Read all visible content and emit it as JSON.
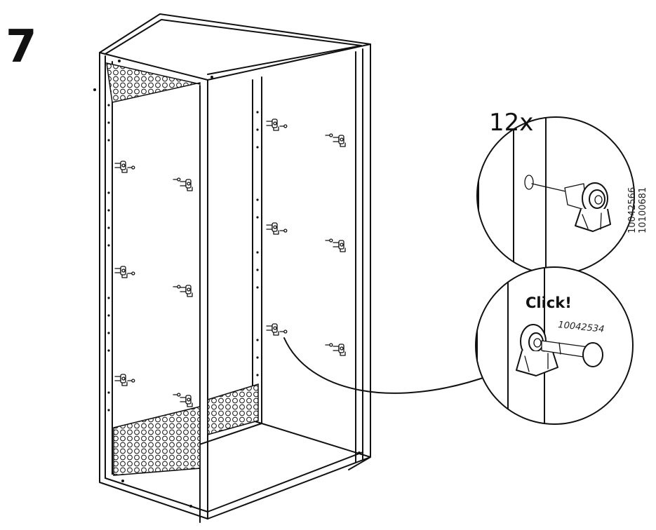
{
  "step": {
    "number": "7"
  },
  "detail_top": {
    "quantity": "12x",
    "part_numbers": [
      "10042566",
      "10100681"
    ]
  },
  "detail_bottom": {
    "action": "Click!",
    "part_number": "10042534"
  },
  "icons": [
    "shelf-support-peg",
    "wall-pin",
    "cabinet-frame",
    "perforated-panel"
  ],
  "colors": {
    "line": "#111111",
    "background": "#ffffff",
    "panel_fill": "#ffffff"
  }
}
